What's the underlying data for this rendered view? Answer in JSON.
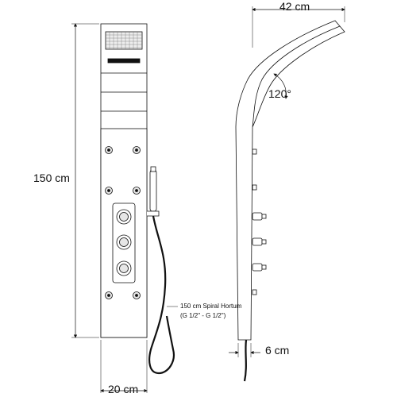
{
  "labels": {
    "height": "150 cm",
    "width": "20 cm",
    "depth": "42 cm",
    "angle": "120°",
    "base_depth": "6 cm",
    "hose_line1": "150 cm Spiral Hortum",
    "hose_line2": "(G 1/2\" - G 1/2\")"
  },
  "colors": {
    "line": "#111111",
    "panel_shade": "#e6e6e6",
    "background": "#ffffff"
  }
}
